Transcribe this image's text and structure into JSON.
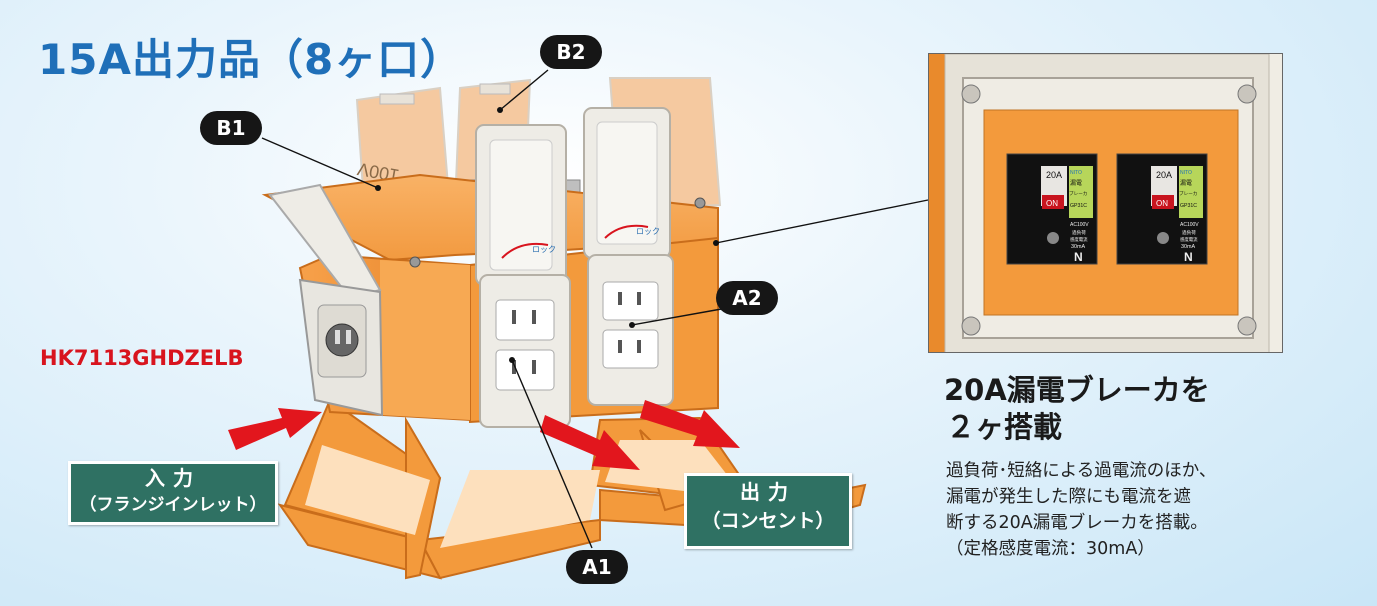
{
  "title": "15A出力品（8ヶ口）",
  "model_number": "HK7113GHDZELB",
  "callouts": {
    "b1": "B1",
    "b2": "B2",
    "a1": "A1",
    "a2": "A2"
  },
  "input_box": {
    "line1": "入力",
    "line2": "（フランジインレット）"
  },
  "output_box": {
    "line1": "出力",
    "line2": "（コンセント）"
  },
  "breaker_feature": {
    "heading_line1": "20A漏電ブレーカを",
    "heading_line2": "２ヶ搭載",
    "description_lines": [
      "過負荷･短絡による過電流のほか、",
      "漏電が発生した際にも電流を遮",
      "断する20A漏電ブレーカを搭載。",
      "（定格感度電流：30mA）"
    ]
  },
  "product_labels": {
    "voltage_label": "100V",
    "lock_label": "ロック"
  },
  "breaker_labels": {
    "rating": "20A",
    "on_label": "ON",
    "brand": "NITO",
    "type_line1": "漏電",
    "type_line2": "ブレーカ",
    "model": "GP31C",
    "spec_voltage": "AC100V",
    "spec_line2": "過負荷",
    "spec_line3": "感度電流",
    "spec_sensitivity": "30mA",
    "neutral": "N"
  },
  "colors": {
    "title_blue": "#1f6fb8",
    "model_red": "#d8141e",
    "orange_body": "#f2953a",
    "green_box": "#2f7163",
    "arrow_red": "#e2161d",
    "badge_black": "#161616"
  }
}
